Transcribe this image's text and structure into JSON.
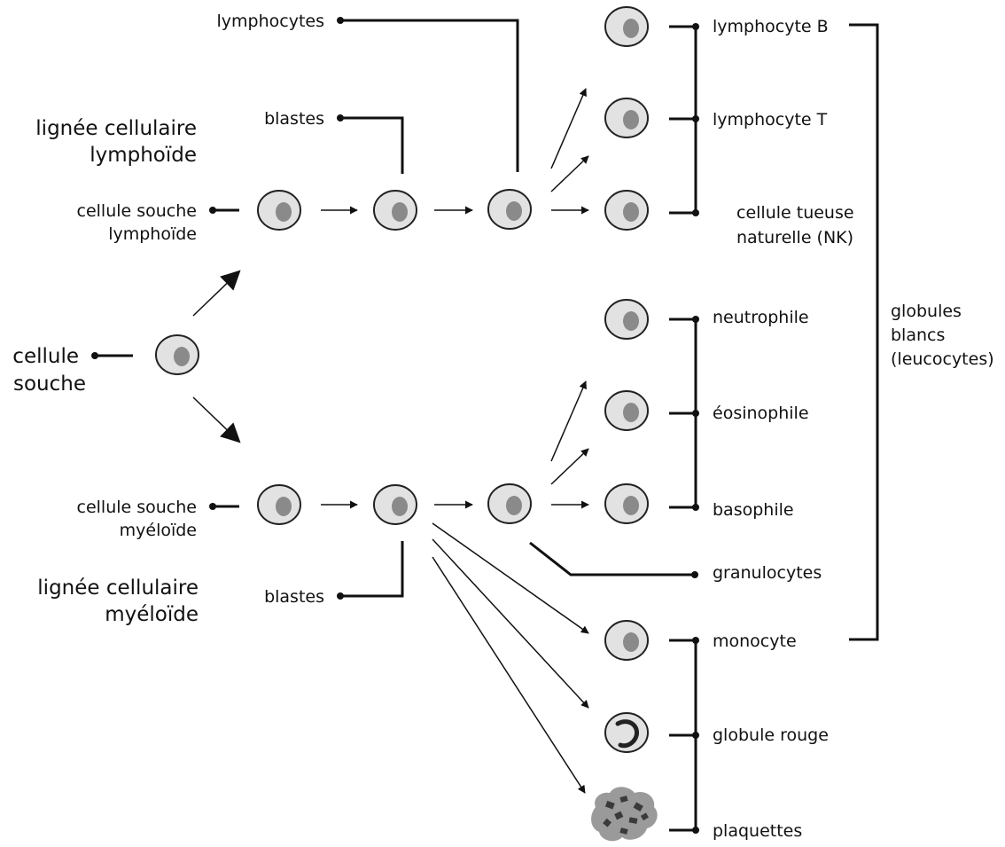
{
  "labels": {
    "lymphocytes": "lymphocytes",
    "blastes_top": "blastes",
    "lignee_lymphoide_1": "lignée cellulaire",
    "lignee_lymphoide_2": "lymphoïde",
    "cellule_souche_lymphoide_1": "cellule souche",
    "cellule_souche_lymphoide_2": "lymphoïde",
    "cellule_souche_1": "cellule",
    "cellule_souche_2": "souche",
    "cellule_souche_myeloide_1": "cellule souche",
    "cellule_souche_myeloide_2": "myéloïde",
    "lignee_myeloide_1": "lignée cellulaire",
    "lignee_myeloide_2": "myéloïde",
    "blastes_bottom": "blastes",
    "lymphocyte_b": "lymphocyte B",
    "lymphocyte_t": "lymphocyte T",
    "nk_1": "cellule tueuse",
    "nk_2": "naturelle (NK)",
    "neutrophile": "neutrophile",
    "eosinophile": "éosinophile",
    "basophile": "basophile",
    "granulocytes": "granulocytes",
    "monocyte": "monocyte",
    "globule_rouge": "globule rouge",
    "plaquettes": "plaquettes",
    "globules_blancs_1": "globules",
    "globules_blancs_2": "blancs",
    "globules_blancs_3": "(leucocytes)"
  },
  "colors": {
    "cell_fill": "#e2e2e2",
    "nucleus": "#8a8a8a",
    "platelet": "#9a9a9a",
    "platelet_granule": "#3a3a3a",
    "line": "#111111"
  }
}
